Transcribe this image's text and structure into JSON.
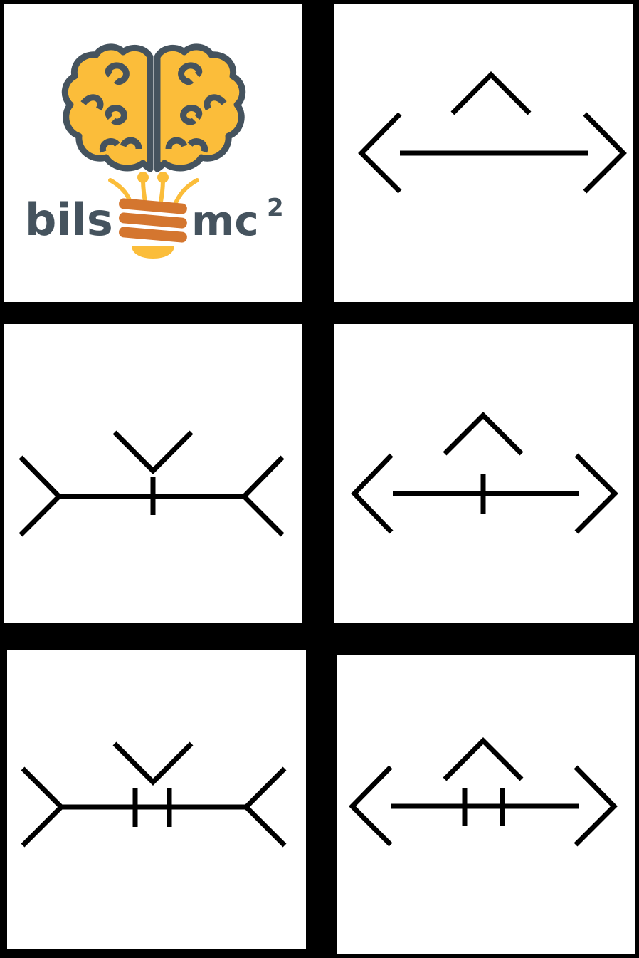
{
  "logo": {
    "left_text": "bils",
    "right_text": "mc",
    "superscript": "2",
    "colors": {
      "brain_fill": "#fbbd3a",
      "outline": "#45535e",
      "coil": "#d4762f",
      "bulb": "#fbbd3a"
    }
  },
  "figures": [
    {
      "id": "plain-arrows-out",
      "fins": "outward",
      "caret": "up",
      "ticks": 0
    },
    {
      "id": "fins-in-one-tick",
      "fins": "inward",
      "caret": "down",
      "ticks": 1
    },
    {
      "id": "arrows-out-one-tick",
      "fins": "outward",
      "caret": "up",
      "ticks": 1
    },
    {
      "id": "fins-in-two-ticks",
      "fins": "inward",
      "caret": "down",
      "ticks": 2
    },
    {
      "id": "arrows-out-two-ticks",
      "fins": "outward",
      "caret": "up",
      "ticks": 2
    }
  ]
}
